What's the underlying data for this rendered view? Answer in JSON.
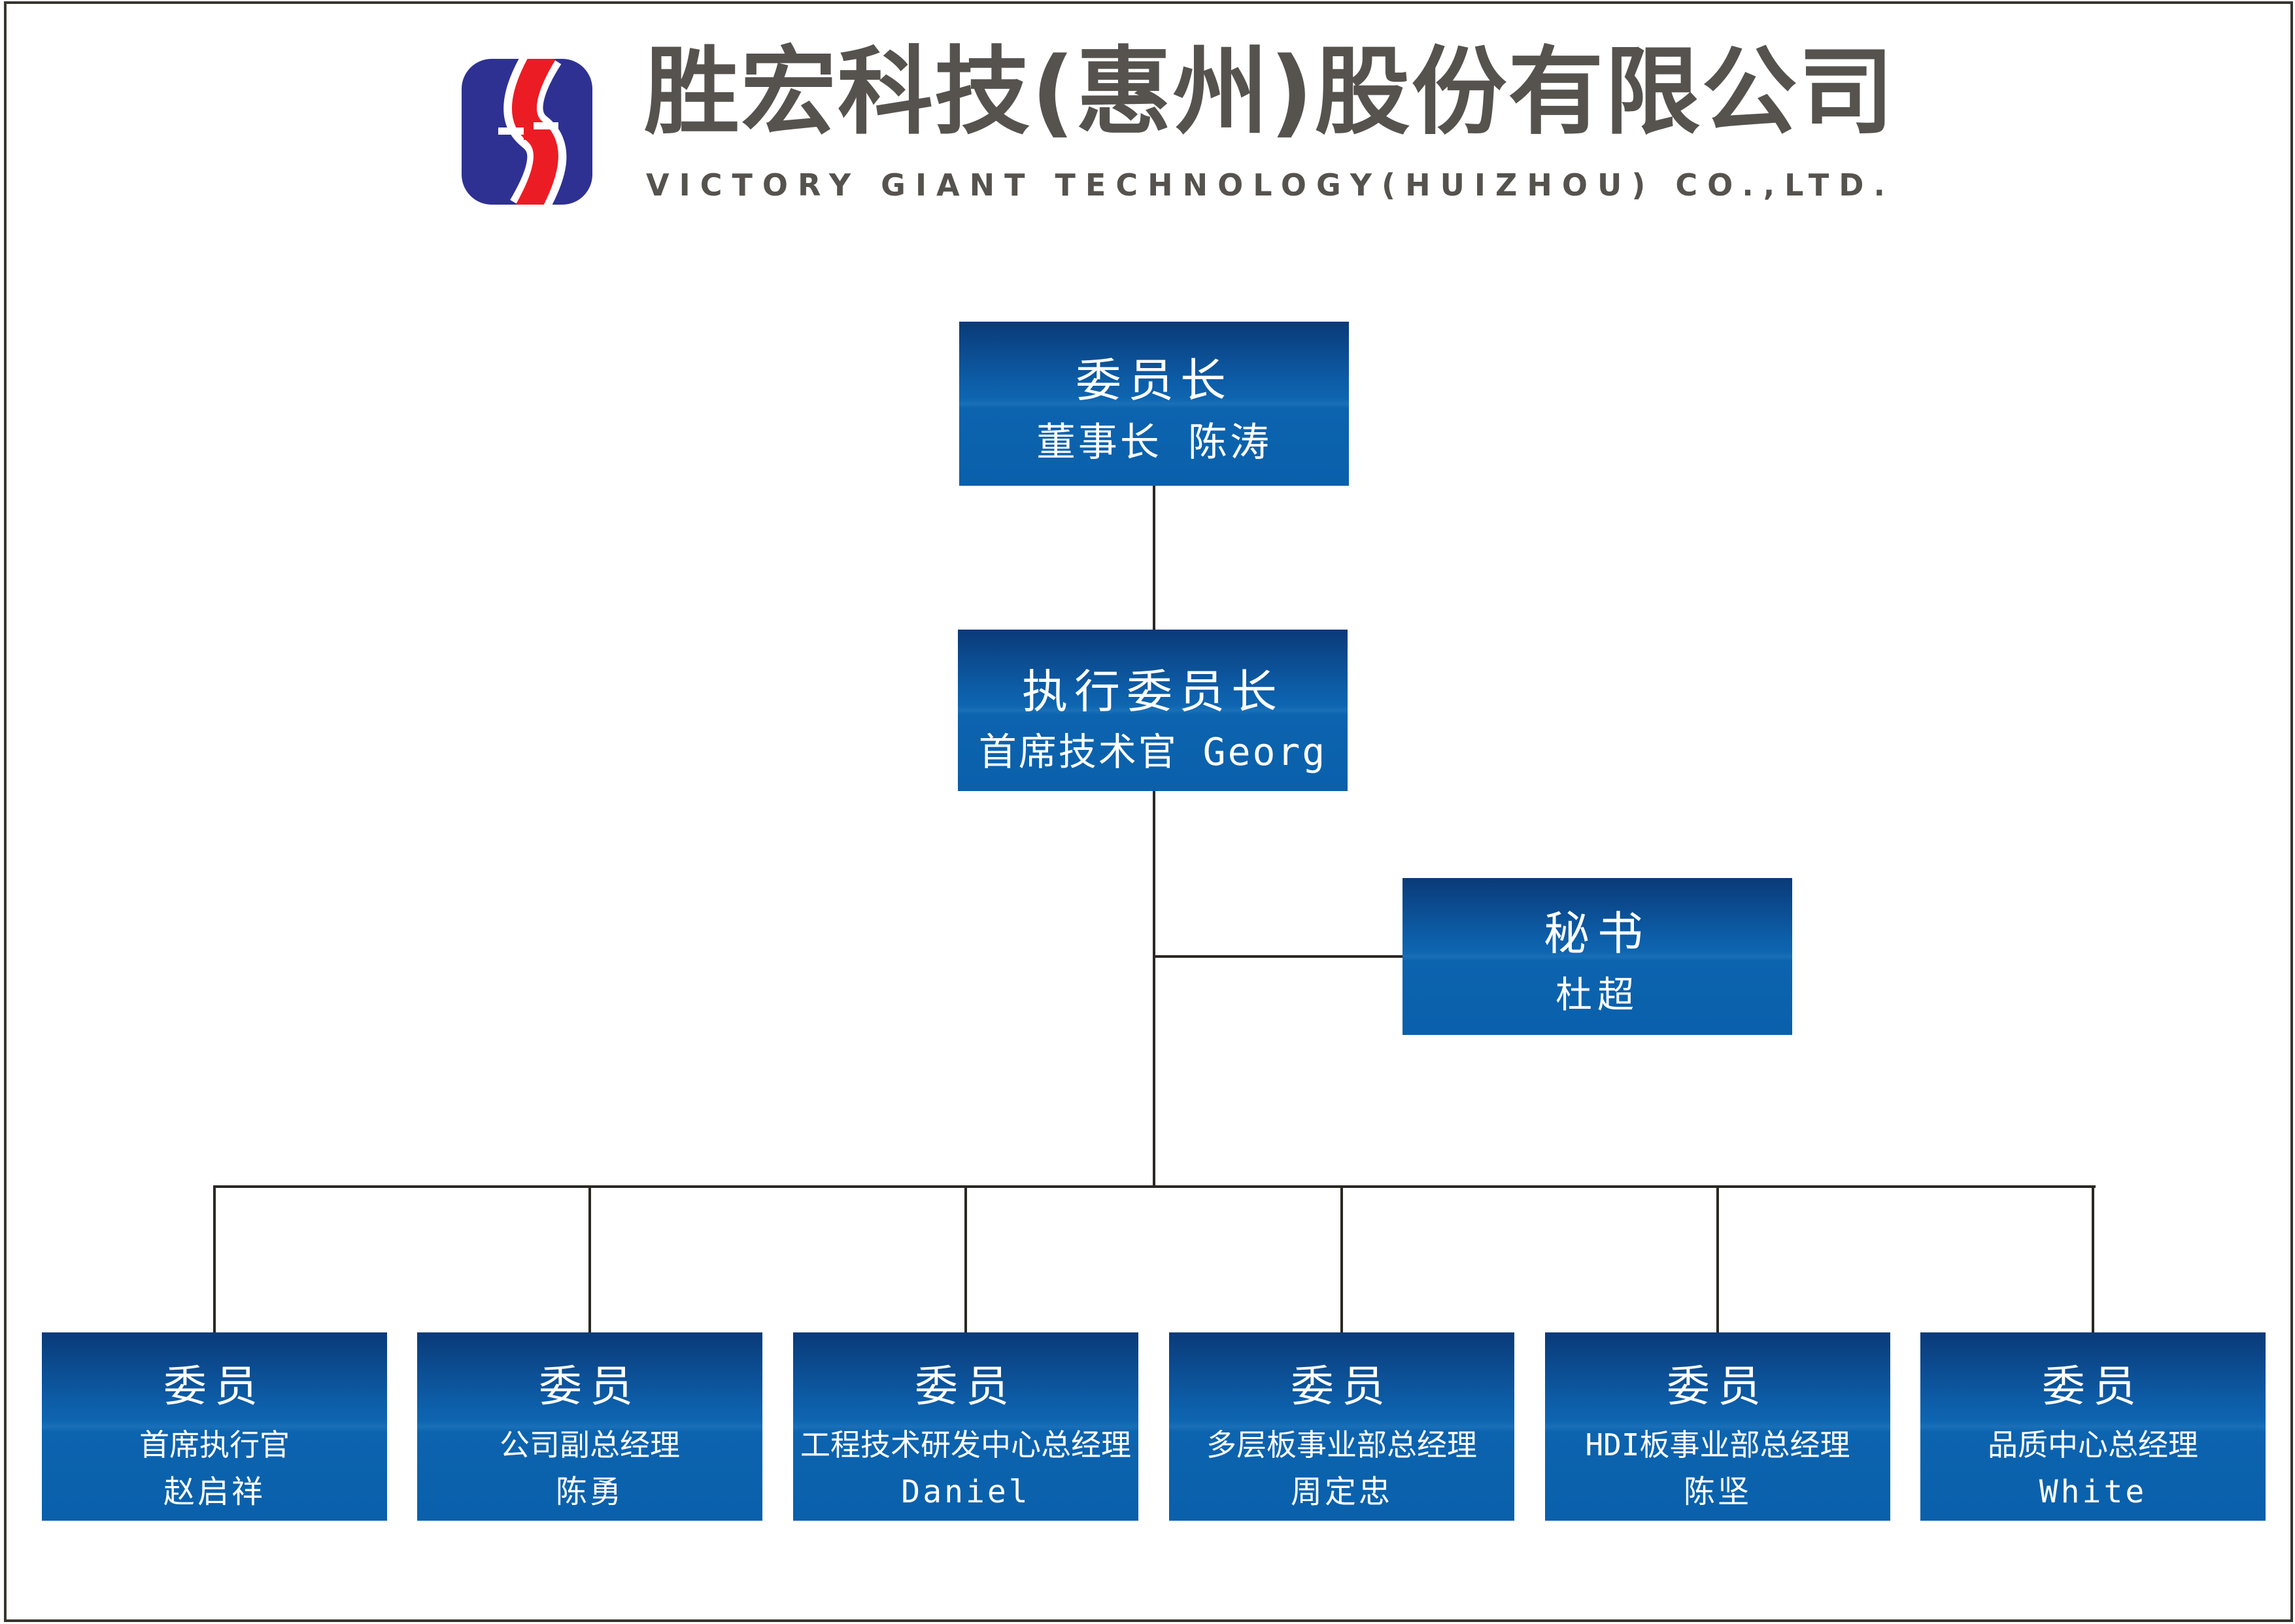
{
  "header": {
    "company_name_cn": "胜宏科技(惠州)股份有限公司",
    "company_name_en": "VICTORY GIANT TECHNOLOGY(HUIZHOU) CO.,LTD.",
    "logo": "victory-giant-logo"
  },
  "org_chart": {
    "chairman": {
      "title": "委员长",
      "subtitle": "董事长 陈涛"
    },
    "executive": {
      "title": "执行委员长",
      "subtitle": "首席技术官 Georg"
    },
    "secretary": {
      "title": "秘书",
      "subtitle": "杜超"
    },
    "members": [
      {
        "title": "委员",
        "role": "首席执行官",
        "name": "赵启祥"
      },
      {
        "title": "委员",
        "role": "公司副总经理",
        "name": "陈勇"
      },
      {
        "title": "委员",
        "role": "工程技术研发中心总经理",
        "name": "Daniel"
      },
      {
        "title": "委员",
        "role": "多层板事业部总经理",
        "name": "周定忠"
      },
      {
        "title": "委员",
        "role": "HDI板事业部总经理",
        "name": "陈坚"
      },
      {
        "title": "委员",
        "role": "品质中心总经理",
        "name": "White"
      }
    ]
  },
  "colors": {
    "box_gradient_top": "#0a3a78",
    "box_gradient_mid": "#0e65b0",
    "box_gradient_bottom": "#0a60ab",
    "logo_blue": "#2e3192",
    "logo_red": "#ec1c24",
    "header_text_gray": "#56534f",
    "connector_line": "#2b2824",
    "frame_border": "#393530"
  }
}
